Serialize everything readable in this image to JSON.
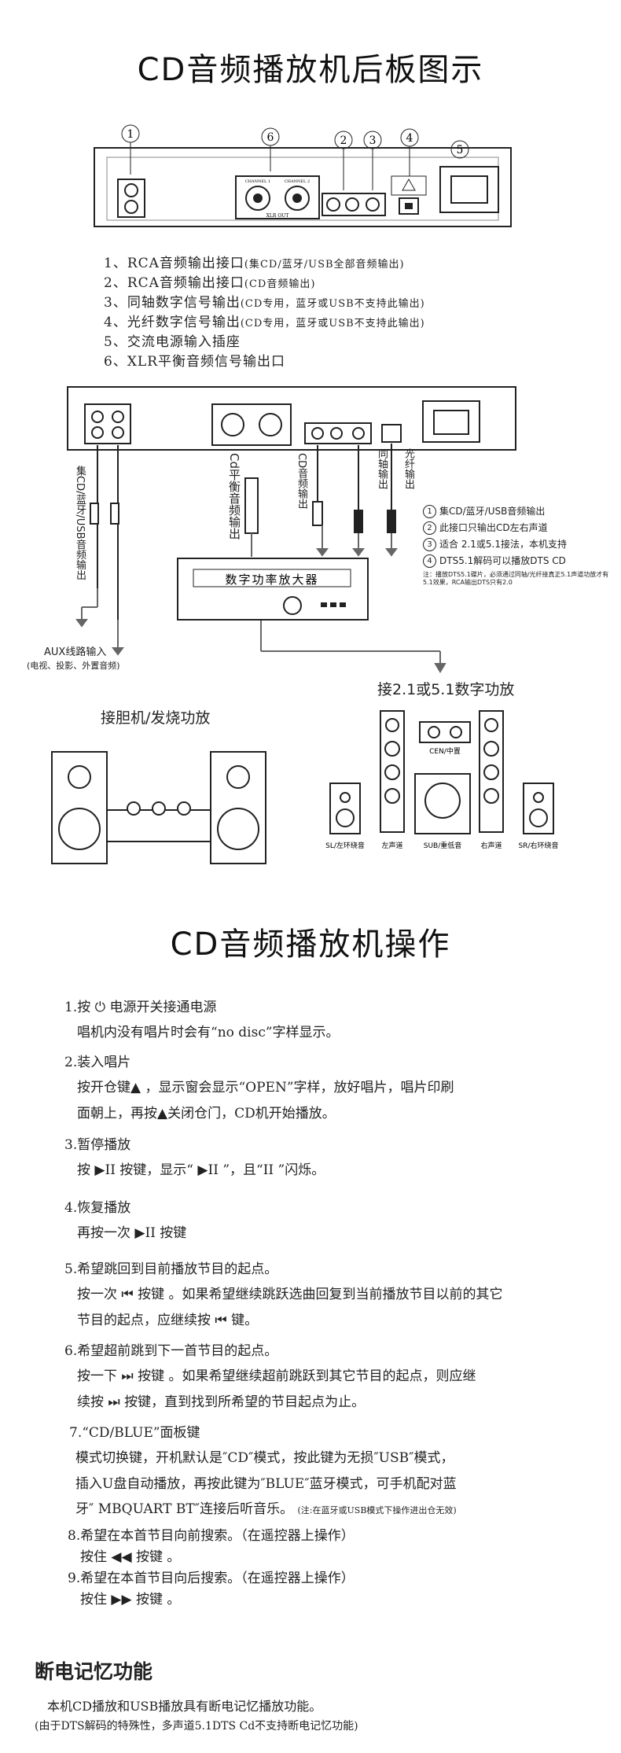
{
  "titles": {
    "rear_panel": "CD音频播放机后板图示",
    "operation": "CD音频播放机操作",
    "memory": "断电记忆功能"
  },
  "panel_numbers": [
    "1",
    "2",
    "3",
    "4",
    "5",
    "6"
  ],
  "panel_labels": {
    "xlr_out": "XLR OUT",
    "ch1": "CHANNEL 1",
    "ch2": "CHANNEL 2"
  },
  "legend": [
    {
      "main": "1、RCA音频输出接口",
      "note": "(集CD/蓝牙/USB全部音频输出)"
    },
    {
      "main": "2、RCA音频输出接口",
      "note": "(CD音频输出)"
    },
    {
      "main": "3、同轴数字信号输出",
      "note": "(CD专用，蓝牙或USB不支持此输出)"
    },
    {
      "main": "4、光纤数字信号输出",
      "note": "(CD专用，蓝牙或USB不支持此输出)"
    },
    {
      "main": "5、交流电源输入插座",
      "note": ""
    },
    {
      "main": "6、XLR平衡音频信号输出口",
      "note": ""
    }
  ],
  "wiring": {
    "v_all_out": "集CD/蓝牙/USB音频输出",
    "v_balanced": "Cd平衡音频输出",
    "v_cd_out": "CD音频输出",
    "v_coax": "同轴输出",
    "v_optical": "光纤输出",
    "amp_label": "数字功率放大器",
    "aux": "AUX线路输入",
    "aux_sub": "(电视、投影、外置音频)",
    "tube_amp": "接胆机/发烧功放",
    "digital_amp": "接2.1或5.1数字功放",
    "notes": [
      {
        "n": "1",
        "text": "集CD/蓝牙/USB音频输出"
      },
      {
        "n": "2",
        "text": "此接口只输出CD左右声道"
      },
      {
        "n": "3",
        "text": "适合 2.1或5.1接法，本机支持"
      },
      {
        "n": "4",
        "text": "DTS5.1解码可以播放DTS CD"
      }
    ],
    "footnote": "注：播放DTS5.1碟片，必须通过同轴/光纤接真正5.1声道功放才有5.1效果，RCA输出DTS只有2.0",
    "speakers": [
      "SL/左环绕音",
      "左声道",
      "SUB/重低音",
      "右声道",
      "SR/右环绕音"
    ],
    "cen": "CEN/中置"
  },
  "operations": [
    {
      "head": "1.按 ⏻ 电源开关接通电源",
      "body": [
        "唱机内没有唱片时会有“no  disc”字样显示。"
      ]
    },
    {
      "head": "2.装入唱片",
      "body": [
        "按开仓键▲ ，显示窗会显示“OPEN”字样，放好唱片，唱片印刷",
        "面朝上，再按▲关闭仓门，CD机开始播放。"
      ]
    },
    {
      "head": "3.暂停播放",
      "body": [
        "按 ▶II 按键，显示“ ▶II ”，且“II ”闪烁。"
      ]
    },
    {
      "head": "4.恢复播放",
      "body": [
        "再按一次 ▶II 按键"
      ]
    },
    {
      "head": "5.希望跳回到目前播放节目的起点。",
      "body": [
        "按一次 ⏮ 按键 。如果希望继续跳跃选曲回复到当前播放节目以前的其它",
        "节目的起点，应继续按  ⏮  键。"
      ]
    },
    {
      "head": "6.希望超前跳到下一首节目的起点。",
      "body": [
        "按一下  ⏭  按键 。如果希望继续超前跳跃到其它节目的起点，则应继",
        "续按 ⏭ 按键，直到找到所希望的节目起点为止。"
      ]
    },
    {
      "head": "7.“CD/BLUE”面板键",
      "body": [
        "模式切换键，开机默认是″CD″模式，按此键为无损″USB″模式，",
        "插入U盘自动播放，再按此键为″BLUE″蓝牙模式，可手机配对蓝",
        "牙″ MBQUART BT″连接后听音乐。"
      ],
      "note": "(注:在蓝牙或USB模式下操作进出仓无效)"
    },
    {
      "head": "8.希望在本首节目向前搜索。（在遥控器上操作）",
      "body": [
        "按住  ◀◀   按键 。"
      ]
    },
    {
      "head": "9.希望在本首节目向后搜索。（在遥控器上操作）",
      "body": [
        "按住  ▶▶   按键 。"
      ]
    }
  ],
  "memory": {
    "line1": "本机CD播放和USB播放具有断电记忆播放功能。",
    "line2": "(由于DTS解码的特殊性，多声道5.1DTS Cd不支持断电记忆功能)"
  }
}
